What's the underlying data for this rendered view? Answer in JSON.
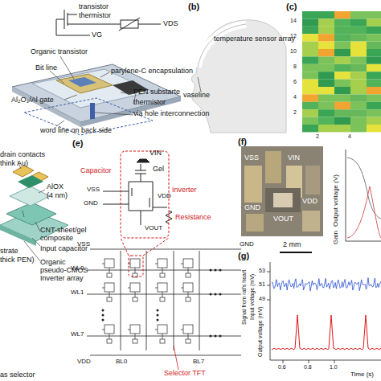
{
  "diagram": {
    "labels": [
      "transistor",
      "thermistor",
      "VDS",
      "VG",
      "Organic transistor",
      "Bit line",
      "parylene-C encapsulation",
      "Al₂O₃/Al gate",
      "PEN substarte",
      "thermistor",
      "via hole interconnection",
      "word line on back side",
      "(b)",
      "temperature sensor array",
      "vaseline",
      "(c)",
      "14",
      "12",
      "10",
      "8",
      "6",
      "4",
      "2",
      "2",
      "4",
      "drain contacts",
      "think Au)",
      "AlOX",
      "(4 nm)",
      "strate",
      "thick PEN)",
      "CNT-sheet/gel composite",
      "Input capacitor",
      "Organic pseudo-CMOS Inverter array",
      "as selector",
      "(e)",
      "VIN",
      "Capacitor",
      "Gel",
      "Inverter",
      "VSS",
      "VDD",
      "GND",
      "Resistance",
      "VOUT",
      "VSS",
      "GND",
      "WL0",
      "WL1",
      "WL7",
      "VDD",
      "BL0",
      "BL7",
      "Selector TFT",
      "(f)",
      "VSS",
      "VIN",
      "GND",
      "VDD",
      "VOUT",
      "2 mm",
      "Output voltage (V)",
      "Gain",
      "(g)",
      "Signal from rat's heart",
      "Input voltage (mV)",
      "53",
      "51",
      "49",
      "Output voltage (mV)",
      "0.6",
      "0.8",
      "1.0",
      "Time (s)"
    ]
  }
}
